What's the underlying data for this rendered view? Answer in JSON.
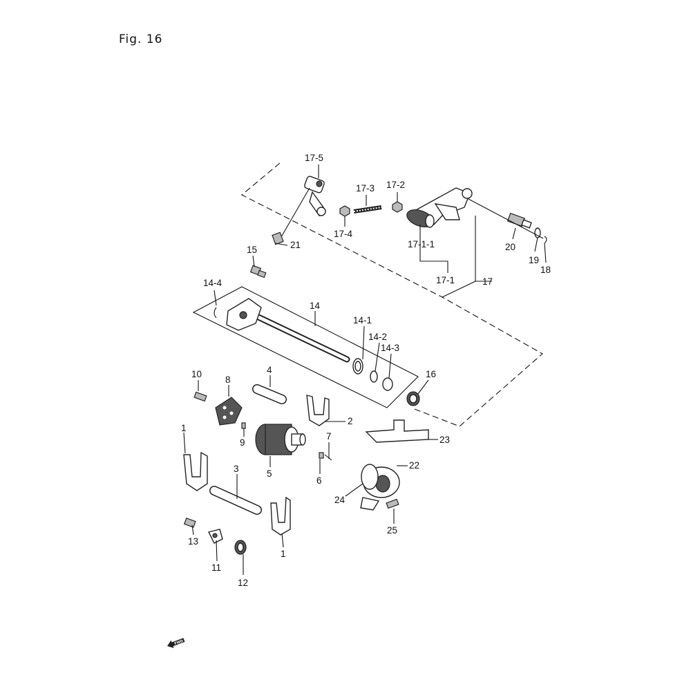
{
  "figure": {
    "title": "Fig. 16"
  },
  "fwd_marker": {
    "text": "FWD"
  },
  "callouts": {
    "c17_5": "17-5",
    "c17_3": "17-3",
    "c17_2": "17-2",
    "c17_4": "17-4",
    "c17_1_1": "17-1-1",
    "c17_1": "17-1",
    "c17": "17",
    "c20": "20",
    "c19": "19",
    "c18": "18",
    "c21": "21",
    "c15": "15",
    "c14_4": "14-4",
    "c14": "14",
    "c14_1": "14-1",
    "c14_2": "14-2",
    "c14_3": "14-3",
    "c16": "16",
    "c10": "10",
    "c8": "8",
    "c4": "4",
    "c2": "2",
    "c9": "9",
    "c7": "7",
    "c23": "23",
    "c1_top": "1",
    "c5": "5",
    "c6": "6",
    "c3": "3",
    "c22": "22",
    "c24": "24",
    "c25": "25",
    "c13": "13",
    "c11": "11",
    "c12": "12",
    "c1_bottom": "1"
  }
}
